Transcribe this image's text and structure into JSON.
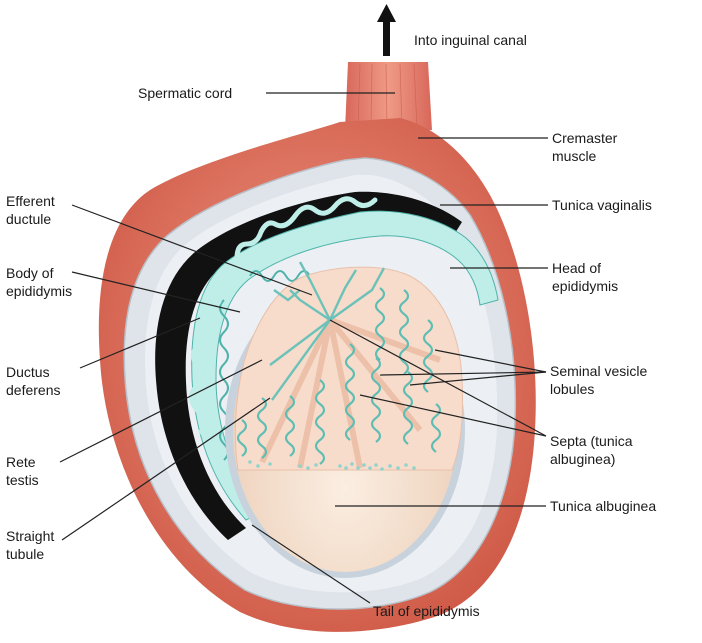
{
  "labels": {
    "into_inguinal_canal": "Into inguinal canal",
    "spermatic_cord": "Spermatic cord",
    "cremaster_1": "Cremaster",
    "cremaster_2": "muscle",
    "tunica_vaginalis": "Tunica vaginalis",
    "efferent_1": "Efferent",
    "efferent_2": "ductule",
    "body_epi_1": "Body of",
    "body_epi_2": "epididymis",
    "head_epi_1": "Head of",
    "head_epi_2": "epididymis",
    "ductus_1": "Ductus",
    "ductus_2": "deferens",
    "seminal_1": "Seminal vesicle",
    "seminal_2": "lobules",
    "rete_1": "Rete",
    "rete_2": "testis",
    "septa_1": "Septa (tunica",
    "septa_2": "albuginea)",
    "straight_1": "Straight",
    "straight_2": "tubule",
    "tunica_albuginea": "Tunica albuginea",
    "tail_epi": "Tail of epididymis"
  },
  "colors": {
    "cremaster": "#e07a66",
    "cremaster_dark": "#c2503f",
    "tunica_vaginalis": "#d9dee4",
    "cavity": "#111111",
    "epididymis": "#b9ece7",
    "tubule_line": "#4fb3aa",
    "lobule_bg": "#f7dccb",
    "albuginea": "#f6e3d3"
  }
}
